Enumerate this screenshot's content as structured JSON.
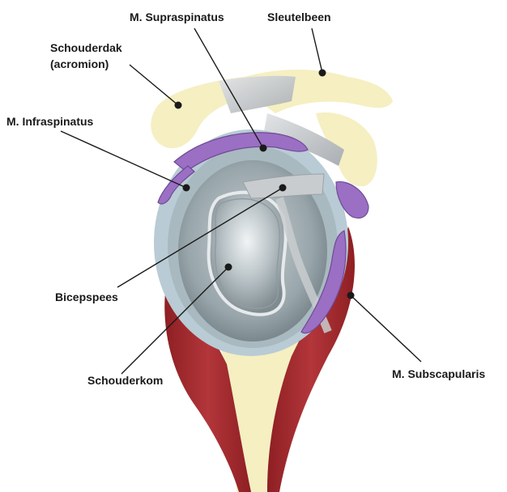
{
  "labels": {
    "supraspinatus": "M. Supraspinatus",
    "sleutelbeen": "Sleutelbeen",
    "schouderdak_1": "Schouderdak",
    "schouderdak_2": "(acromion)",
    "infraspinatus": "M. Infraspinatus",
    "bicepspees": "Bicepspees",
    "schouderkom": "Schouderkom",
    "subscapularis": "M. Subscapularis"
  },
  "colors": {
    "bone": "#f5efc2",
    "muscle_red": "#a8282c",
    "muscle_purple": "#9b6fc4",
    "cartilage": "#b9cbd4",
    "socket": "#9aa8ae",
    "ligament": "#c9cccf",
    "text": "#1a1a1a"
  }
}
